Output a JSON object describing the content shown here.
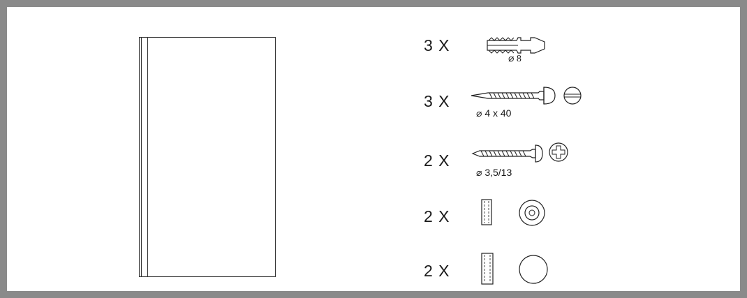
{
  "items": [
    {
      "quantity": "3 X",
      "part": "wall-plug",
      "dimension": "⌀ 8"
    },
    {
      "quantity": "3 X",
      "part": "slotted-screw",
      "dimension": "⌀ 4 x 40"
    },
    {
      "quantity": "2 X",
      "part": "phillips-screw",
      "dimension": "⌀ 3,5/13"
    },
    {
      "quantity": "2 X",
      "part": "bracket-with-washer",
      "dimension": ""
    },
    {
      "quantity": "2 X",
      "part": "bracket-with-cap",
      "dimension": ""
    }
  ]
}
